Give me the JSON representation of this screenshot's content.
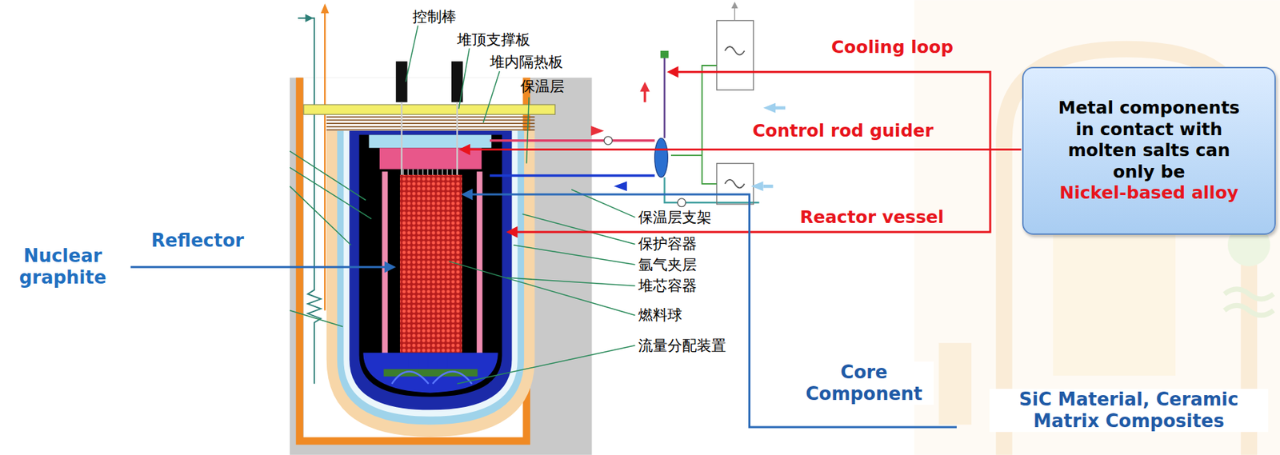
{
  "diagram": {
    "nodes": [
      {
        "text": [
          "Metal components in contact with molten salts can only be",
          "Nickel-based alloy"
        ]
      }
    ],
    "labels": [
      "控制棒",
      "堆顶支撑板",
      "堆内隔热板",
      "保温层",
      "保温层支架",
      "保护容器",
      "氩气夹层",
      "堆芯容器",
      "燃料球",
      "流量分配装置",
      "Cooling loop",
      "Control rod guider",
      "Reactor vessel",
      "Nuclear graphite",
      "Reflector",
      "Core Component",
      "SiC Material, Ceramic Matrix Composites"
    ]
  }
}
